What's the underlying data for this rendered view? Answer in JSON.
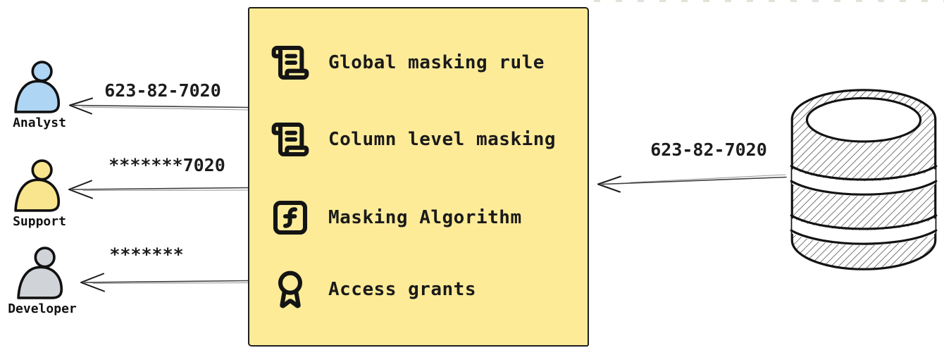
{
  "flow": {
    "source": {
      "name": "database",
      "value_label": "623-82-7020"
    },
    "masking_box": {
      "fill": "#fdeb98",
      "border_color": "#1f1f1f",
      "items": [
        {
          "icon": "scroll-text-icon",
          "label": "Global masking rule"
        },
        {
          "icon": "scroll-text-icon",
          "label": "Column level masking"
        },
        {
          "icon": "function-square-icon",
          "label": "Masking Algorithm"
        },
        {
          "icon": "award-icon",
          "label": "Access grants"
        }
      ]
    },
    "consumers": [
      {
        "name": "Analyst",
        "received_value": "623-82-7020",
        "icon_color": "#aed5f3"
      },
      {
        "name": "Support",
        "received_value": "*******7020",
        "icon_color": "#f8e58d"
      },
      {
        "name": "Developer",
        "received_value": "*******",
        "icon_color": "#d0d4d9"
      }
    ]
  }
}
